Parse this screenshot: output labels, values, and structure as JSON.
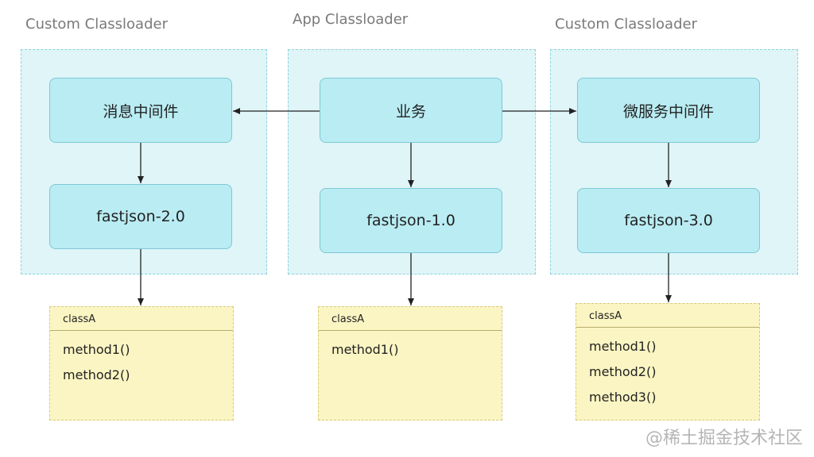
{
  "titles": {
    "left": "Custom Classloader",
    "middle": "App Classloader",
    "right": "Custom Classloader"
  },
  "nodes": {
    "left_top": "消息中间件",
    "left_bottom": "fastjson-2.0",
    "middle_top": "业务",
    "middle_bottom": "fastjson-1.0",
    "right_top": "微服务中间件",
    "right_bottom": "fastjson-3.0"
  },
  "classes": {
    "left": {
      "name": "classA",
      "methods": [
        "method1()",
        "method2()"
      ]
    },
    "middle": {
      "name": "classA",
      "methods": [
        "method1()"
      ]
    },
    "right": {
      "name": "classA",
      "methods": [
        "method1()",
        "method2()",
        "method3()"
      ]
    }
  },
  "watermark": "@稀土掘金技术社区"
}
